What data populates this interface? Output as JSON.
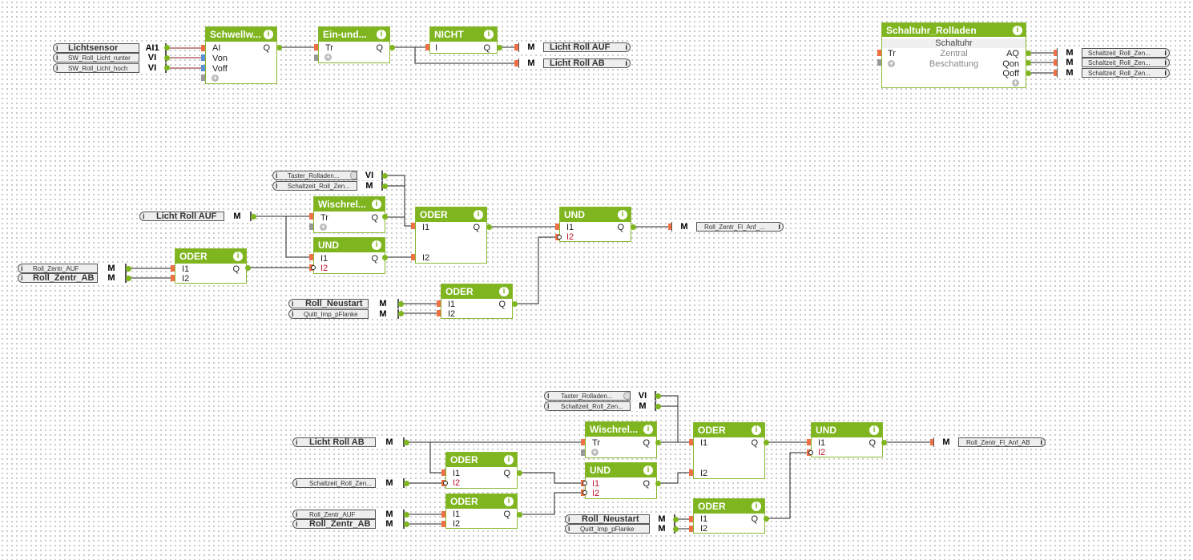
{
  "colors": {
    "header": "#7fb51f",
    "input_pin": "#f07046",
    "value_pin": "#5b8fd6",
    "negated_label": "#c0162c",
    "wire": "#222222",
    "wire_red": "#8b1a1a"
  },
  "icons": {
    "info": "info-icon",
    "add": "plus-icon",
    "bus": "bus-icon"
  },
  "group_top": {
    "inputs": [
      {
        "name": "Lichtsensor",
        "type": "AI1"
      },
      {
        "name": "SW_Roll_Licht_runter",
        "type": "VI"
      },
      {
        "name": "SW_Roll_Licht_hoch",
        "type": "VI"
      }
    ],
    "schwellwert": {
      "title": "Schwellw...",
      "inputs": [
        "AI",
        "Von",
        "Voff"
      ],
      "output": "Q"
    },
    "einund": {
      "title": "Ein-und...",
      "inputs": [
        "Tr"
      ],
      "output": "Q"
    },
    "nicht": {
      "title": "NICHT",
      "inputs": [
        "I"
      ],
      "output": "Q"
    },
    "outputs": [
      {
        "type": "M",
        "name": "Licht Roll AUF"
      },
      {
        "type": "M",
        "name": "Licht Roll AB"
      }
    ]
  },
  "schaltuhr": {
    "title": "Schaltuhr_Rolladen",
    "subtitle": "Schaltuhr",
    "input": "Tr",
    "lines": [
      "Zentral",
      "Beschattung"
    ],
    "outputs": [
      "AQ",
      "Qon",
      "Qoff"
    ],
    "targets": [
      {
        "type": "M",
        "name": "Schaltzeit_Roll_Zen..."
      },
      {
        "type": "M",
        "name": "Schaltzeit_Roll_Zen..."
      },
      {
        "type": "M",
        "name": "Schaltzeit_Roll_Zen..."
      }
    ]
  },
  "group_auf": {
    "inputs": [
      {
        "name": "Taster_Rolladen...",
        "type": "VI"
      },
      {
        "name": "Schaltzeit_Roll_Zen...",
        "type": "M"
      },
      {
        "name": "Licht Roll AUF",
        "type": "M"
      },
      {
        "name": "Roll_Zentr_AUF",
        "type": "M"
      },
      {
        "name": "Roll_Zentr_AB",
        "type": "M"
      },
      {
        "name": "Roll_Neustart",
        "type": "M"
      },
      {
        "name": "Quitt_Imp_pFlanke",
        "type": "M"
      }
    ],
    "wischrel": {
      "title": "Wischrel...",
      "inputs": [
        "Tr"
      ],
      "output": "Q"
    },
    "und1": {
      "title": "UND",
      "inputs": [
        "I1",
        "I2"
      ],
      "output": "Q"
    },
    "oder_a": {
      "title": "ODER",
      "inputs": [
        "I1",
        "I2"
      ],
      "output": "Q"
    },
    "oder_main": {
      "title": "ODER",
      "inputs": [
        "I1",
        "I2"
      ],
      "output": "Q"
    },
    "oder_reset": {
      "title": "ODER",
      "inputs": [
        "I1",
        "I2"
      ],
      "output": "Q"
    },
    "und_final": {
      "title": "UND",
      "inputs": [
        "I1",
        "I2"
      ],
      "output": "Q"
    },
    "output": {
      "type": "M",
      "name": "Roll_Zentr_Fl_Anf_..."
    }
  },
  "group_ab": {
    "inputs": [
      {
        "name": "Taster_Rolladen...",
        "type": "VI"
      },
      {
        "name": "Schaltzeit_Roll_Zen...",
        "type": "M"
      },
      {
        "name": "Licht Roll AB",
        "type": "M"
      },
      {
        "name": "Schaltzeit_Roll_Zen...",
        "type": "M"
      },
      {
        "name": "Roll_Zentr_AUF",
        "type": "M"
      },
      {
        "name": "Roll_Zentr_AB",
        "type": "M"
      },
      {
        "name": "Roll_Neustart",
        "type": "M"
      },
      {
        "name": "Quitt_Imp_pFlanke",
        "type": "M"
      }
    ],
    "wischrel": {
      "title": "Wischrel...",
      "inputs": [
        "Tr"
      ],
      "output": "Q"
    },
    "oder_b": {
      "title": "ODER",
      "inputs": [
        "I1",
        "I2"
      ],
      "output": "Q"
    },
    "oder_c": {
      "title": "ODER",
      "inputs": [
        "I1",
        "I2"
      ],
      "output": "Q"
    },
    "und1": {
      "title": "UND",
      "inputs": [
        "I1",
        "I2"
      ],
      "output": "Q"
    },
    "oder_main": {
      "title": "ODER",
      "inputs": [
        "I1",
        "I2"
      ],
      "output": "Q"
    },
    "oder_reset": {
      "title": "ODER",
      "inputs": [
        "I1",
        "I2"
      ],
      "output": "Q"
    },
    "und_final": {
      "title": "UND",
      "inputs": [
        "I1",
        "I2"
      ],
      "output": "Q"
    },
    "output": {
      "type": "M",
      "name": "Roll_Zentr_Fl_Anf_AB"
    }
  }
}
